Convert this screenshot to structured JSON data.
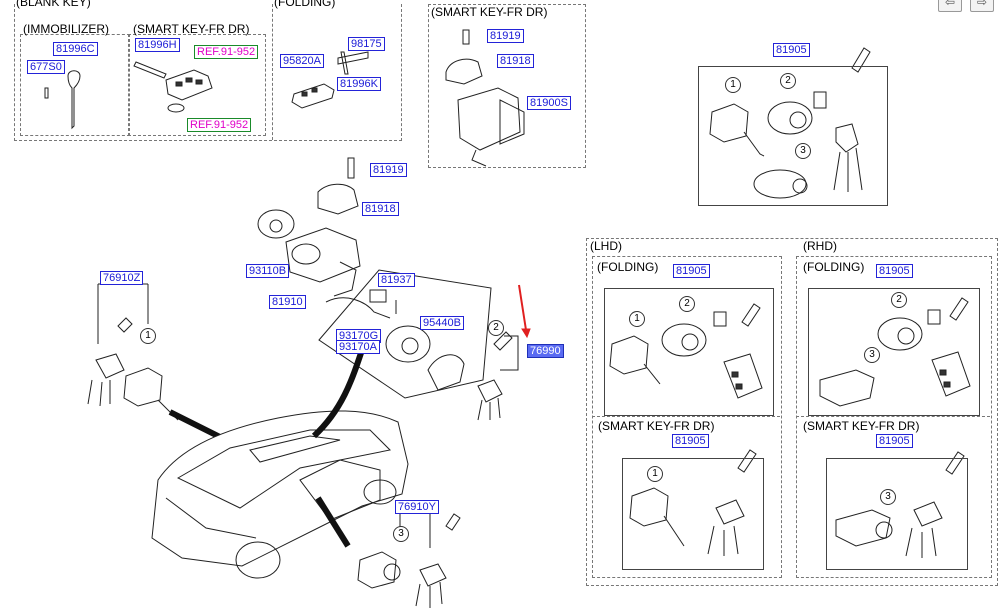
{
  "nav": {
    "prev_icon": "arrow-left-icon",
    "next_icon": "arrow-right-icon"
  },
  "accent": {
    "highlight": "#5a6bf2",
    "ref_text": "#e000c8",
    "callout_arrow": "#e02020"
  },
  "top_left": {
    "blank_key_title": "(BLANK KEY)",
    "folding_title": "(FOLDING)",
    "immobilizer_title": "(IMMOBILIZER)",
    "smart_key_title": "(SMART KEY-FR DR)",
    "parts": {
      "p81996C": "81996C",
      "p677S0": "677S0",
      "p81996H": "81996H",
      "ref1": "REF.91-952",
      "ref2": "REF.91-952",
      "p95820A": "95820A",
      "p98175": "98175",
      "p81996K": "81996K"
    }
  },
  "top_middle": {
    "title": "(SMART KEY-FR DR)",
    "parts": {
      "p81919": "81919",
      "p81918": "81918",
      "p81900S": "81900S"
    }
  },
  "top_right": {
    "part": "81905",
    "items": [
      "1",
      "2",
      "3"
    ]
  },
  "center": {
    "parts": {
      "p81919": "81919",
      "p81918": "81918",
      "p93110B": "93110B",
      "p81910": "81910",
      "p81937": "81937",
      "p95440B": "95440B",
      "p93170G": "93170G",
      "p93170A": "93170A",
      "p76990": "76990",
      "p76910Z": "76910Z",
      "p76910Y": "76910Y"
    },
    "items": {
      "n1": "1",
      "n2": "2",
      "n3": "3"
    }
  },
  "right_panel": {
    "lhd_title": "(LHD)",
    "rhd_title": "(RHD)",
    "lhd_folding_title": "(FOLDING)",
    "rhd_folding_title": "(FOLDING)",
    "lhd_smart_title": "(SMART KEY-FR DR)",
    "rhd_smart_title": "(SMART KEY-FR DR)",
    "parts": {
      "lhd_folding": "81905",
      "rhd_folding": "81905",
      "lhd_smart": "81905",
      "rhd_smart": "81905"
    },
    "items": {
      "n1": "1",
      "n2": "2",
      "n3": "3"
    }
  }
}
